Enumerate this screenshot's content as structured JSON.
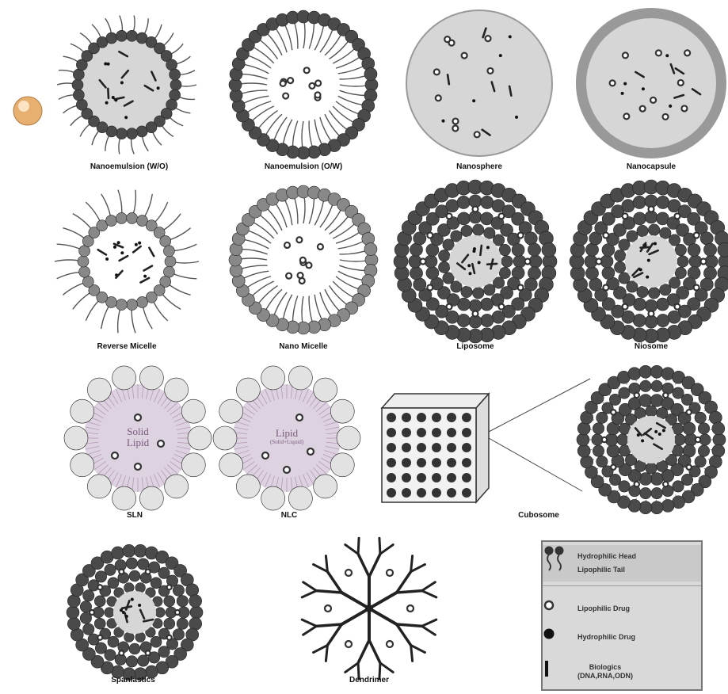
{
  "captions": {
    "nanoemulsion_wo": "Nanoemulsion (W/O)",
    "nanoemulsion_ow": "Nanoemulsion (O/W)",
    "nanosphere": "Nanosphere",
    "nanocapsule": "Nanocapsule",
    "reverse_micelle": "Reverse Micelle",
    "nano_micelle": "Nano Micelle",
    "liposome": "Liposome",
    "niosome": "Niosome",
    "sln": "SLN",
    "nlc": "NLC",
    "cubosome": "Cubosome",
    "spanlastics": "Spanlastics",
    "dendrimer": "Dendrimer"
  },
  "inner_labels": {
    "sln_line1": "Solid",
    "sln_line2": "Lipid",
    "nlc_line1": "Lipid",
    "nlc_line2": "(Solid+Liquid)"
  },
  "legend": {
    "hydrophilic_head": "Hydrophilic Head",
    "lipophilic_tail": "Lipophilic Tail",
    "lipophilic_drug": "Lipophilic Drug",
    "hydrophilic_drug": "Hydrophilic  Drug",
    "biologics_line1": "Biologics",
    "biologics_line2": "(DNA,RNA,ODN)"
  },
  "colors": {
    "head": "#4a4a4a",
    "tail": "#555555",
    "core_fill": "#d6d6d6",
    "sln_core": "#ddd2e0",
    "legend_bg": "#d9d9d9",
    "orb": "#e8b070"
  }
}
